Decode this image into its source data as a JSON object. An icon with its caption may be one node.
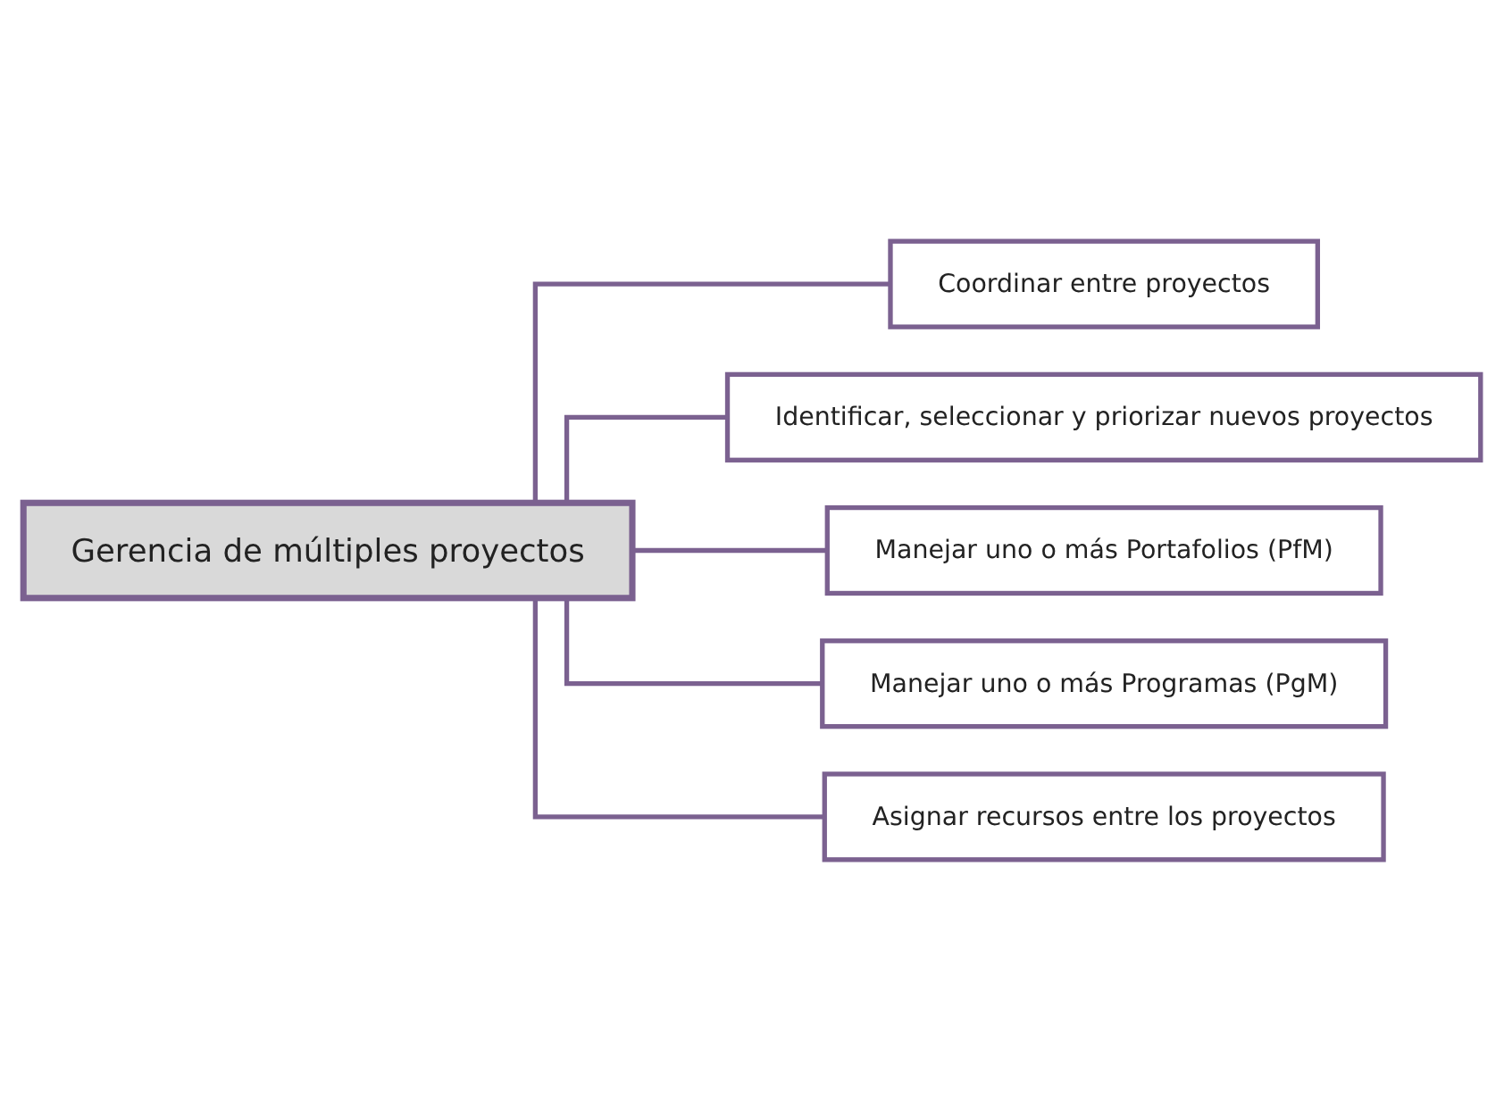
{
  "diagram": {
    "nodes": [
      {
        "text": [
          "Gerencia de múltiples proyectos"
        ]
      },
      {
        "text": [
          "Coordinar entre proyectos"
        ]
      },
      {
        "text": [
          "Identificar, seleccionar y priorizar nuevos proyectos"
        ]
      },
      {
        "text": [
          "Manejar uno o más Portafolios (PfM)"
        ]
      },
      {
        "text": [
          "Manejar uno o más Programas (PgM)"
        ]
      },
      {
        "text": [
          "Asignar recursos entre los proyectos"
        ]
      }
    ],
    "edges": [
      {
        "from": 0,
        "to": 1,
        "arrow": "none"
      },
      {
        "from": 0,
        "to": 2,
        "arrow": "none"
      },
      {
        "from": 0,
        "to": 3,
        "arrow": "none"
      },
      {
        "from": 0,
        "to": 4,
        "arrow": "none"
      },
      {
        "from": 0,
        "to": 5,
        "arrow": "none"
      }
    ]
  }
}
